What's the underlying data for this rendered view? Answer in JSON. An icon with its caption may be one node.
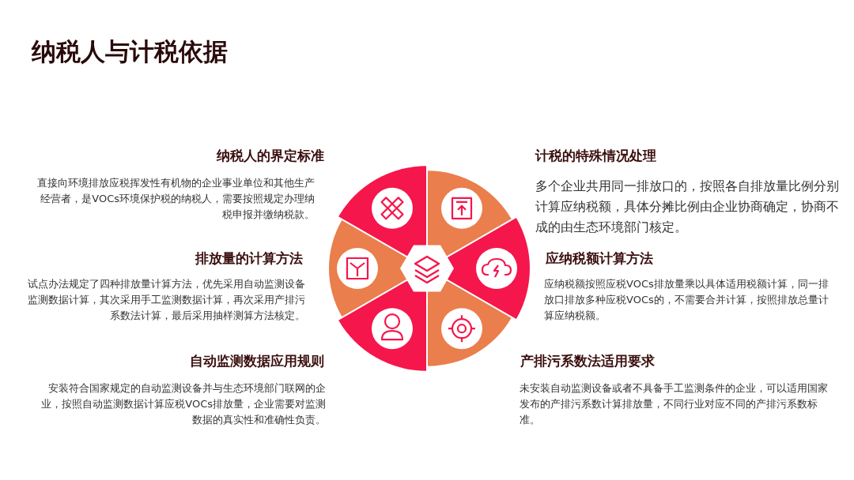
{
  "diagram": {
    "title": "纳税人与计税依据",
    "labels": [
      "纳税人的界定标准",
      "直接向环境排放应税挥发性有机物的企业事业单位和其他生产经营者，是VOCs环境保护税的纳税人，需要按照规定办理纳税申报并缴纳税款。",
      "计税的特殊情况处理",
      "多个企业共用同一排放口的，按照各自排放量比例分别计算应纳税额，具体分摊比例由企业协商确定，协商不成的由生态环境部门核定。",
      "排放量的计算方法",
      "试点办法规定了四种排放量计算方法，优先采用自动监测设备监测数据计算，其次采用手工监测数据计算，再次采用产排污系数法计算，最后采用抽样测算方法核定。",
      "应纳税额计算方法",
      "应纳税额按照应税VOCs排放量乘以具体适用税额计算，同一排放口排放多种应税VOCs的，不需要合并计算，按照排放总量计算应纳税额。",
      "自动监测数据应用规则",
      "安装符合国家规定的自动监测设备并与生态环境部门联网的企业，按照自动监测数据计算应税VOCs排放量，企业需要对监测数据的真实性和准确性负责。",
      "产排污系数法适用要求",
      "未安装自动监测设备或者不具备手工监测条件的企业，可以适用国家发布的产排污系数计算排放量，不同行业对应不同的产排污系数标准。"
    ]
  }
}
